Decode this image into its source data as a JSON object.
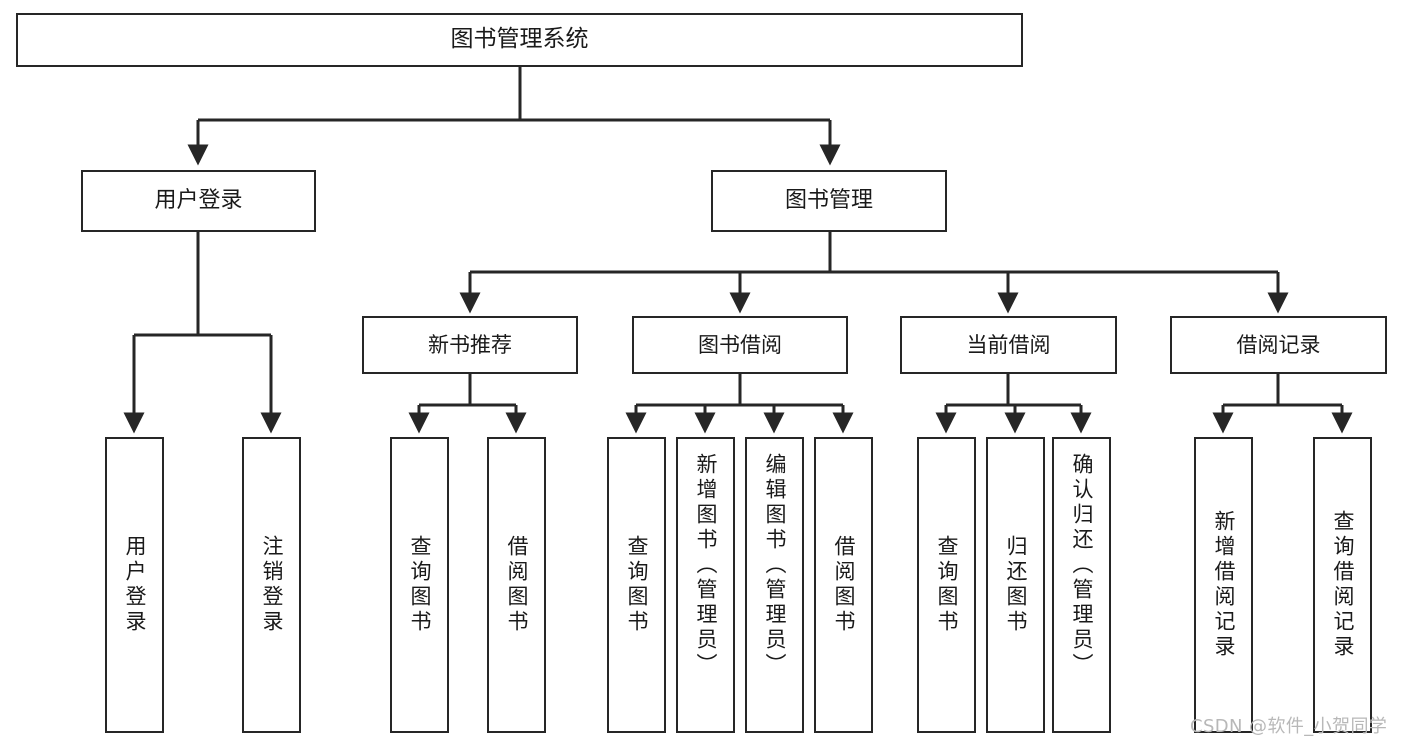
{
  "diagram": {
    "type": "tree",
    "title": "图书管理系统",
    "orientation": "top-down",
    "style": {
      "box_stroke": "#262626",
      "box_fill": "#ffffff",
      "edge_color": "#262626",
      "background": "#ffffff",
      "text_color": "#1a1a1a"
    },
    "nodes": {
      "root": {
        "label": "图书管理系统",
        "level": 1
      },
      "l2": [
        {
          "id": "user_login",
          "label": "用户登录",
          "level": 2
        },
        {
          "id": "book_manage",
          "label": "图书管理",
          "level": 2
        }
      ],
      "l3": [
        {
          "id": "new_book_rec",
          "label": "新书推荐",
          "level": 3,
          "parent": "book_manage"
        },
        {
          "id": "book_borrow",
          "label": "图书借阅",
          "level": 3,
          "parent": "book_manage"
        },
        {
          "id": "current_borrow",
          "label": "当前借阅",
          "level": 3,
          "parent": "book_manage"
        },
        {
          "id": "borrow_record",
          "label": "借阅记录",
          "level": 3,
          "parent": "book_manage"
        }
      ],
      "leaves": [
        {
          "id": "leaf_user_login",
          "label": "用户登录",
          "parent": "user_login"
        },
        {
          "id": "leaf_user_logout",
          "label": "注销登录",
          "parent": "user_login"
        },
        {
          "id": "leaf_query_book_1",
          "label": "查询图书",
          "parent": "new_book_rec"
        },
        {
          "id": "leaf_borrow_book_1",
          "label": "借阅图书",
          "parent": "new_book_rec"
        },
        {
          "id": "leaf_query_book_2",
          "label": "查询图书",
          "parent": "book_borrow"
        },
        {
          "id": "leaf_add_book",
          "label": "新增图书（管理员）",
          "parent": "book_borrow"
        },
        {
          "id": "leaf_edit_book",
          "label": "编辑图书（管理员）",
          "parent": "book_borrow"
        },
        {
          "id": "leaf_borrow_book_2",
          "label": "借阅图书",
          "parent": "book_borrow"
        },
        {
          "id": "leaf_query_book_3",
          "label": "查询图书",
          "parent": "current_borrow"
        },
        {
          "id": "leaf_return_book",
          "label": "归还图书",
          "parent": "current_borrow"
        },
        {
          "id": "leaf_confirm_return",
          "label": "确认归还（管理员）",
          "parent": "current_borrow"
        },
        {
          "id": "leaf_add_record",
          "label": "新增借阅记录",
          "parent": "borrow_record"
        },
        {
          "id": "leaf_query_record",
          "label": "查询借阅记录",
          "parent": "borrow_record"
        }
      ]
    }
  },
  "watermark": {
    "text": "CSDN @软件_小贺同学"
  }
}
